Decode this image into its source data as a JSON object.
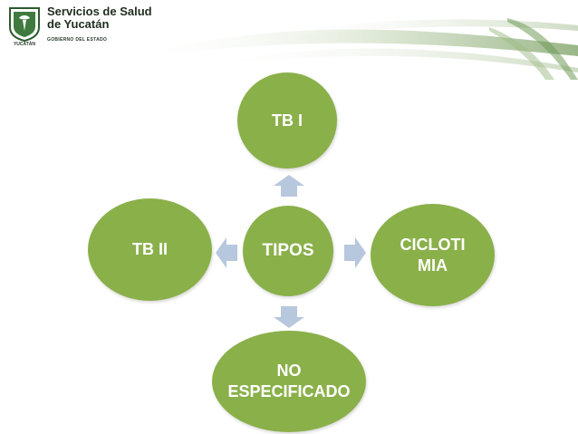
{
  "header": {
    "brand_line1": "Servicios de Salud",
    "brand_line2": "de Yucatán",
    "brand_sub": "GOBIERNO DEL ESTADO",
    "seal_label": "YUCATÁN"
  },
  "diagram": {
    "center": "TIPOS",
    "top": "TB I",
    "left": "TB  II",
    "right": "CICLOTI\nMIA",
    "bottom": "NO\nESPECIFICADO"
  },
  "colors": {
    "node_fill": "#8ab04a",
    "arrow_fill": "#b7c7dd",
    "text": "#ffffff"
  }
}
